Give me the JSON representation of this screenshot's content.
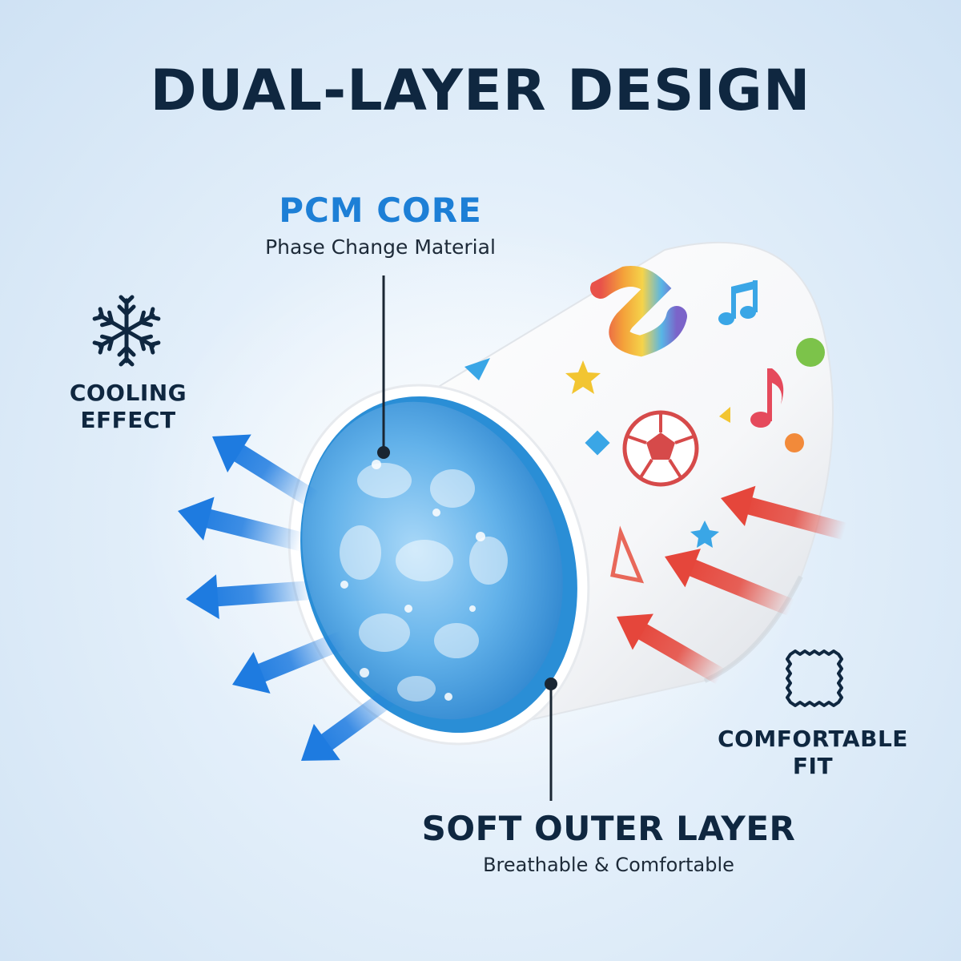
{
  "heading": "DUAL-LAYER DESIGN",
  "core": {
    "title": "PCM CORE",
    "subtitle": "Phase Change Material"
  },
  "outer": {
    "title": "SOFT OUTER LAYER",
    "subtitle": "Breathable & Comfortable"
  },
  "features": {
    "cooling": {
      "line1": "COOLING",
      "line2": "EFFECT",
      "icon": "snowflake-icon"
    },
    "comfort": {
      "line1": "COMFORTABLE",
      "line2": "FIT",
      "icon": "fabric-swatch-icon"
    }
  },
  "colors": {
    "heading": "#0f2740",
    "accent_blue": "#1d7fd6",
    "cool_arrow": "#1e7be0",
    "warm_arrow": "#e5463b",
    "gel": "#5fb0ea"
  }
}
